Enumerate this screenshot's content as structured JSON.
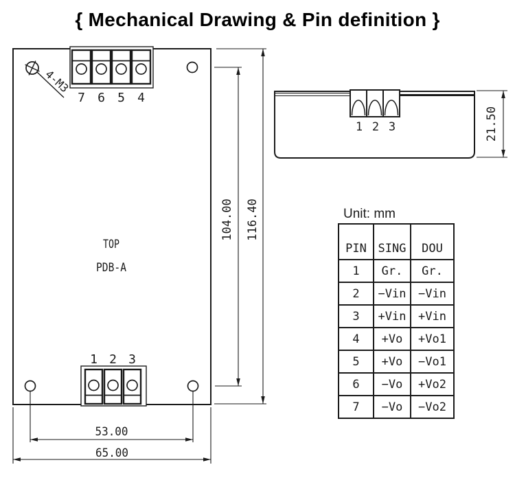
{
  "title": "{ Mechanical Drawing & Pin definition }",
  "unit_label": "Unit: mm",
  "top_view": {
    "label_top": "TOP",
    "label_model": "PDB-A",
    "screw_callout": "4-M3",
    "top_pin_labels": [
      "7",
      "6",
      "5",
      "4"
    ],
    "bottom_pin_labels": [
      "1",
      "2",
      "3"
    ],
    "dim_mount_hole_vertical": "104.00",
    "dim_overall_height": "116.40",
    "dim_mount_hole_horizontal": "53.00",
    "dim_overall_width": "65.00"
  },
  "side_view": {
    "pin_labels": [
      "1",
      "2",
      "3"
    ],
    "dim_overall_height": "21.50"
  },
  "pin_table": {
    "headers": [
      "PIN",
      "SING",
      "DOU"
    ],
    "rows": [
      [
        "1",
        "Gr.",
        "Gr."
      ],
      [
        "2",
        "−Vin",
        "−Vin"
      ],
      [
        "3",
        "+Vin",
        "+Vin"
      ],
      [
        "4",
        "+Vo",
        "+Vo1"
      ],
      [
        "5",
        "+Vo",
        "−Vo1"
      ],
      [
        "6",
        "−Vo",
        "+Vo2"
      ],
      [
        "7",
        "−Vo",
        "−Vo2"
      ]
    ]
  },
  "colors": {
    "line": "#1a1a1a",
    "background": "#ffffff"
  }
}
